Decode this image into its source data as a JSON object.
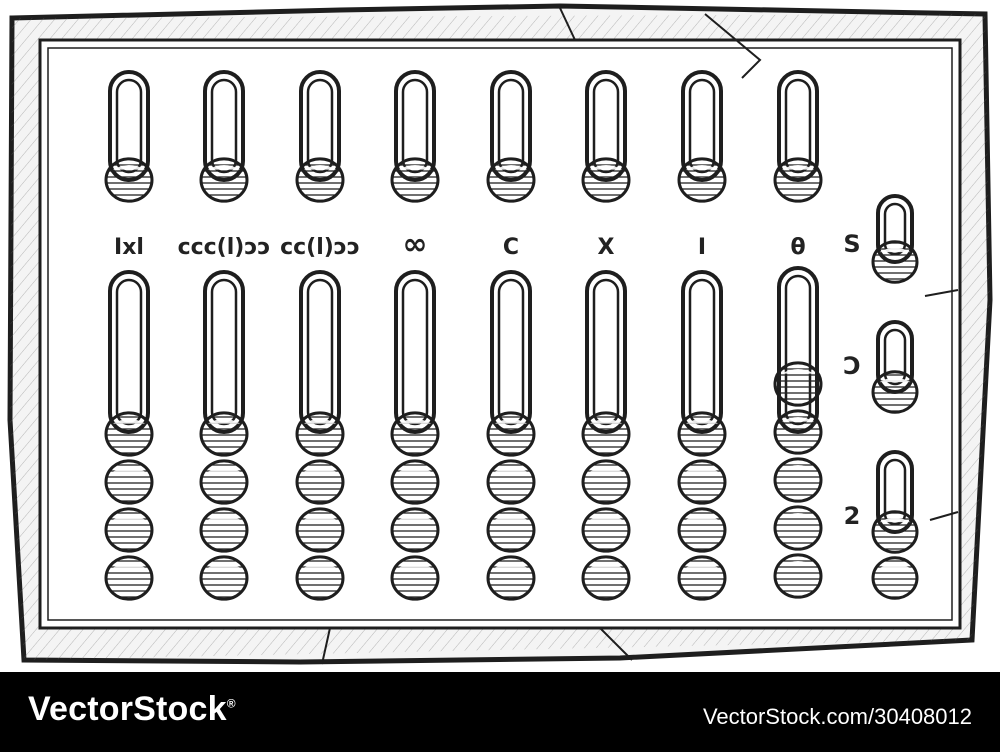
{
  "image": {
    "subject": "abacus-illustration",
    "column_labels": [
      "Ixl",
      "ccc(l)ɔɔ",
      "cc(l)ɔɔ",
      "∞",
      "C",
      "X",
      "I",
      "θ"
    ],
    "side_labels": [
      "S",
      "Ɔ",
      "2"
    ],
    "upper_beads_per_column": [
      1,
      1,
      1,
      1,
      1,
      1,
      1,
      1
    ],
    "lower_beads_per_column": [
      4,
      4,
      4,
      4,
      4,
      4,
      4,
      5
    ],
    "side_beads": [
      1,
      1,
      2
    ]
  },
  "footer": {
    "brand": "VectorStock",
    "registered_mark": "®",
    "image_id": "VectorStock.com/30408012"
  },
  "colors": {
    "ink": "#1e1e1e",
    "paper": "#ffffff",
    "footer_bg": "#000000",
    "footer_text": "#ffffff"
  }
}
